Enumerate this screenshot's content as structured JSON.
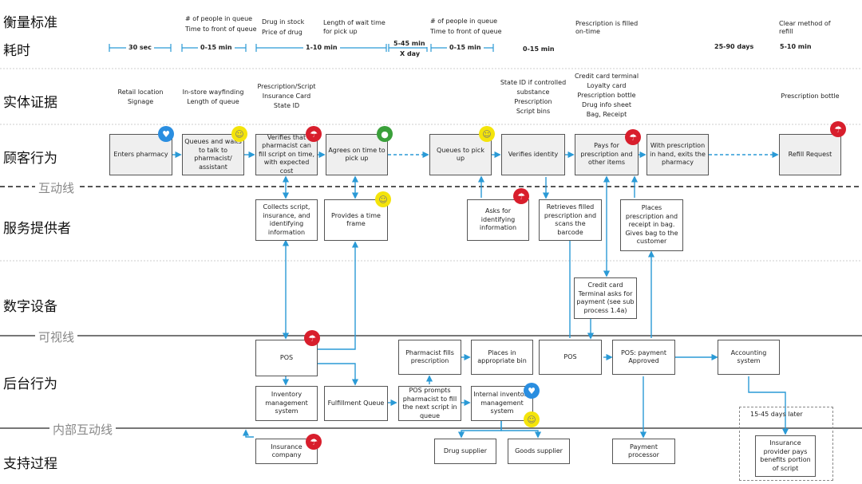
{
  "rows": {
    "metrics": "衡量标准",
    "time": "耗时",
    "evidence": "实体证据",
    "customer": "顾客行为",
    "interaction": "互动线",
    "provider": "服务提供者",
    "digital": "数字设备",
    "visibility": "可视线",
    "backstage": "后台行为",
    "internal": "内部互动线",
    "support": "支持过程"
  },
  "metrics": {
    "m1a": "# of people in queue",
    "m1b": "Time to front of queue",
    "m2a": "Drug in stock",
    "m2b": "Price of drug",
    "m3a": "Length of wait time",
    "m3b": "for pick up",
    "m4a": "# of people in queue",
    "m4b": "Time to front of queue",
    "m5a": "Prescription is filled",
    "m5b": "on-time",
    "m6a": "Clear method of",
    "m6b": "refill"
  },
  "times": {
    "t1": "30 sec",
    "t2": "0-15 min",
    "t3": "1-10 min",
    "t4a": "5-45 min",
    "t4b": "X day",
    "t5": "0-15 min",
    "t6": "0-15 min",
    "t7": "25-90 days",
    "t8": "5-10 min"
  },
  "evidence": {
    "e1": "Retail location\nSignage",
    "e2": "In-store wayfinding\nLength of queue",
    "e3": "Prescription/Script\nInsurance Card\nState ID",
    "e4": "State ID if controlled\nsubstance\nPrescription\nScript bins",
    "e5": "Credit card terminal\nLoyalty card\nPrescription bottle\nDrug info sheet\nBag, Receipt",
    "e6": "Prescription bottle"
  },
  "customer": {
    "c1": "Enters pharmacy",
    "c2": "Queues and waits to talk to pharmacist/ assistant",
    "c3": "Verifies that pharmacist can fill script on time, with expected cost",
    "c4": "Agrees on time to pick up",
    "c5": "Queues to pick up",
    "c6": "Verifies identity",
    "c7": "Pays for prescription and other items",
    "c8": "With prescription in hand, exits the pharmacy",
    "c9": "Refill Request"
  },
  "provider": {
    "p1": "Collects script, insurance, and identifying information",
    "p2": "Provides a time frame",
    "p3": "Asks for identifying information",
    "p4": "Retrieves filled prescription and scans the barcode",
    "p5": "Places prescription and receipt in bag. Gives bag to the customer"
  },
  "digital": {
    "d1": "Credit card Terminal asks for payment (see sub process 1.4a)"
  },
  "backstage": {
    "b1": "POS",
    "b2": "Inventory management system",
    "b3": "Fulfillment Queue",
    "b4": "Pharmacist fills prescription",
    "b5": "Places in appropriate bin",
    "b6": "POS prompts pharmacist to fill the next script in queue",
    "b7": "Internal inventory management system",
    "b8": "POS",
    "b9": "POS: payment Approved",
    "b10": "Accounting system"
  },
  "support": {
    "s1": "Insurance company",
    "s2": "Drug supplier",
    "s3": "Goods supplier",
    "s4": "Payment processor",
    "s5": "15-45 days later",
    "s6": "Insurance provider pays benefits portion of script"
  },
  "colors": {
    "arrow": "#2a9ad6",
    "red": "#d81e2c",
    "blue": "#2a8ee0",
    "yellow": "#f4e40a",
    "green": "#3aa03a"
  },
  "icons": {
    "heart": "heart-icon",
    "smile": "smile-icon",
    "umbrella": "umbrella-icon",
    "apple": "apple-icon"
  }
}
